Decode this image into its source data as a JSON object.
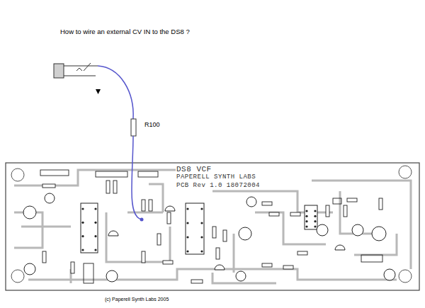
{
  "diagram": {
    "title": "How to wire an external CV IN to the DS8 ?",
    "caption": "(c) Paperell Synth Labs 2005",
    "labels": [
      "R100",
      "DS8 VCF",
      "PAPERELL SYNTH LABS",
      "PCB Rev 1.0  18072004"
    ]
  }
}
